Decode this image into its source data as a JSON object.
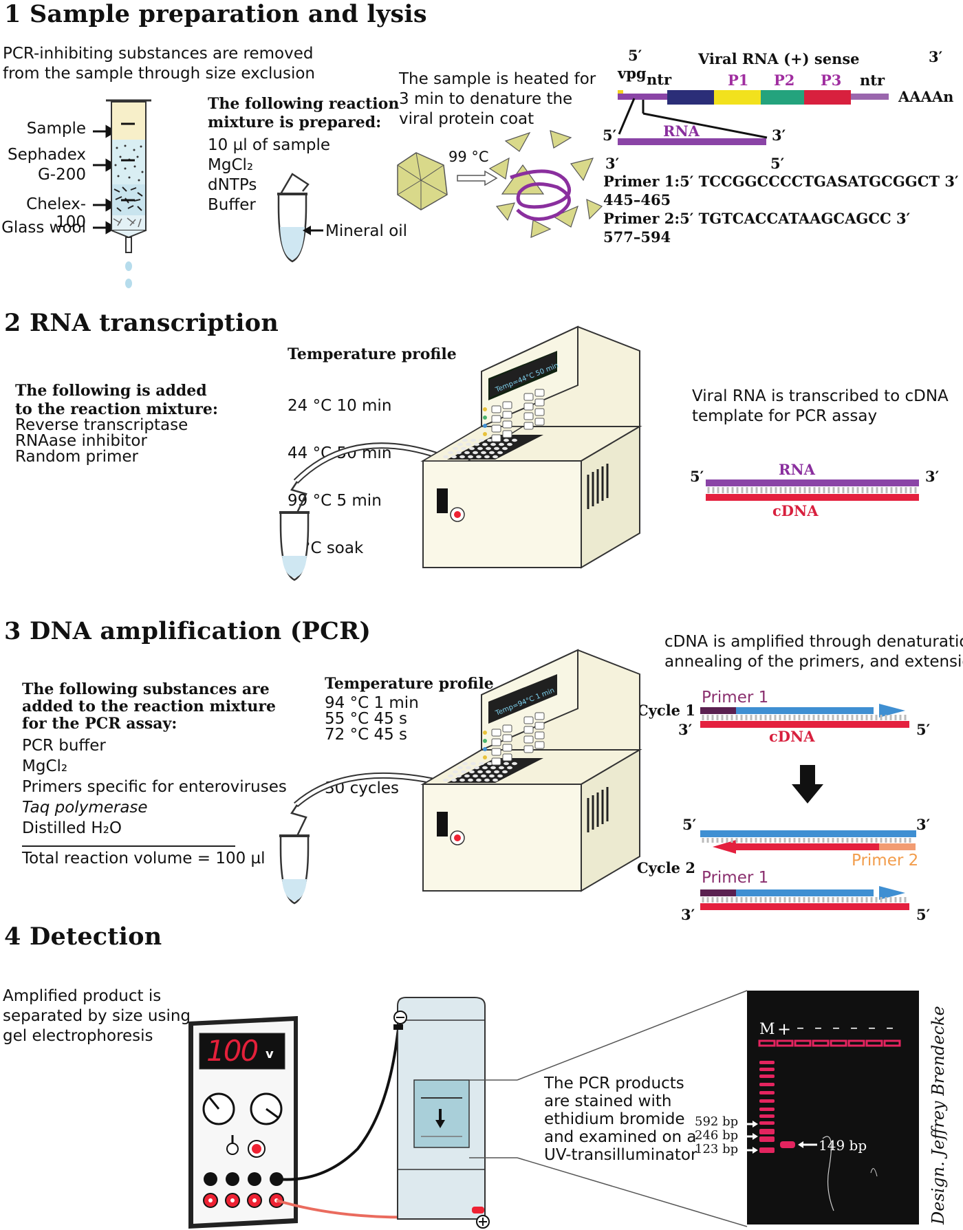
{
  "s1": {
    "title": "1 Sample preparation and lysis",
    "intro": [
      "PCR-inhibiting substances are removed",
      "from the sample through size exclusion"
    ],
    "column_labels": [
      "Sample",
      "Sephadex",
      "G-200",
      "Chelex-100",
      "Glass wool"
    ],
    "mix_heading": [
      "The following reaction",
      "mixture is prepared:"
    ],
    "mix_items": [
      "10 µl of sample",
      "MgCl₂",
      "dNTPs",
      "Buffer"
    ],
    "mineral_oil": "Mineral oil",
    "heat_text": [
      "The sample is heated for",
      "3 min to denature the",
      "viral protein coat"
    ],
    "temp": "99 °C",
    "genome": {
      "five_prime": "5′",
      "vpg": "vpg",
      "ntr_left": "ntr",
      "title": "Viral RNA (+) sense",
      "three_prime": "3′",
      "p1": "P1",
      "p2": "P2",
      "p3": "P3",
      "ntr_right": "ntr",
      "polyA": "AAAAn",
      "rna_label": "RNA",
      "rna_5": "5′",
      "rna_3": "3′",
      "primer_3": "3′",
      "primer_5": "5′"
    },
    "primers": [
      "Primer 1:5′ TCCGGCCCCTGASATGCGGCT 3′",
      "445–465",
      "Primer 2:5′ TGTCACCATAAGCAGCC 3′",
      "577–594"
    ]
  },
  "s2": {
    "title": "2 RNA transcription",
    "added_heading": [
      "The following is added",
      "to the reaction mixture:"
    ],
    "added_items": [
      "Reverse transcriptase",
      "RNAase inhibitor",
      "Random primer"
    ],
    "profile_heading": "Temperature profile",
    "profile": [
      "24 °C 10 min",
      "44 °C 50 min",
      "99 °C 5 min",
      "  5 °C soak"
    ],
    "display": "Temp=44°C   50 min",
    "result_text": [
      "Viral RNA is transcribed to cDNA",
      "template for PCR assay"
    ],
    "rna": "RNA",
    "cdna": "cDNA",
    "five": "5′",
    "three": "3′"
  },
  "s3": {
    "title": "3 DNA amplification (PCR)",
    "added_heading": [
      "The following substances are",
      "added to the reaction mixture",
      "for the PCR assay:"
    ],
    "items": [
      "PCR buffer",
      "MgCl₂",
      "Primers specific for enteroviruses",
      "Taq polymerase",
      "Distilled H₂O"
    ],
    "total": "Total reaction volume = 100 µl",
    "profile_heading": "Temperature profile",
    "profile": [
      "94 °C 1 min",
      "55 °C 45 s",
      "72 °C 45 s"
    ],
    "cycles": "30 cycles",
    "display": "Temp=94°C   1 min",
    "amp_text": [
      "cDNA is amplified through denaturation",
      "annealing of the primers, and extension"
    ],
    "cycle1": "Cycle 1",
    "cycle2": "Cycle 2",
    "primer1": "Primer 1",
    "primer2": "Primer 2",
    "cdna": "cDNA",
    "three": "3′",
    "five": "5′"
  },
  "s4": {
    "title": "4 Detection",
    "intro": [
      "Amplified product is",
      "separated by size using",
      "gel electrophoresis"
    ],
    "voltage": "100",
    "voltage_unit": "v",
    "stain_text": [
      "The PCR products",
      "are stained with",
      "ethidium bromide",
      "and examined on a",
      "UV-transilluminator"
    ],
    "lanes": [
      "M",
      "+",
      "–",
      "–",
      "–",
      "–",
      "–",
      "–"
    ],
    "bands": [
      "592 bp",
      "246 bp",
      "123 bp"
    ],
    "product": "149 bp",
    "credit": "Design. Jeffrey Brendecke"
  }
}
